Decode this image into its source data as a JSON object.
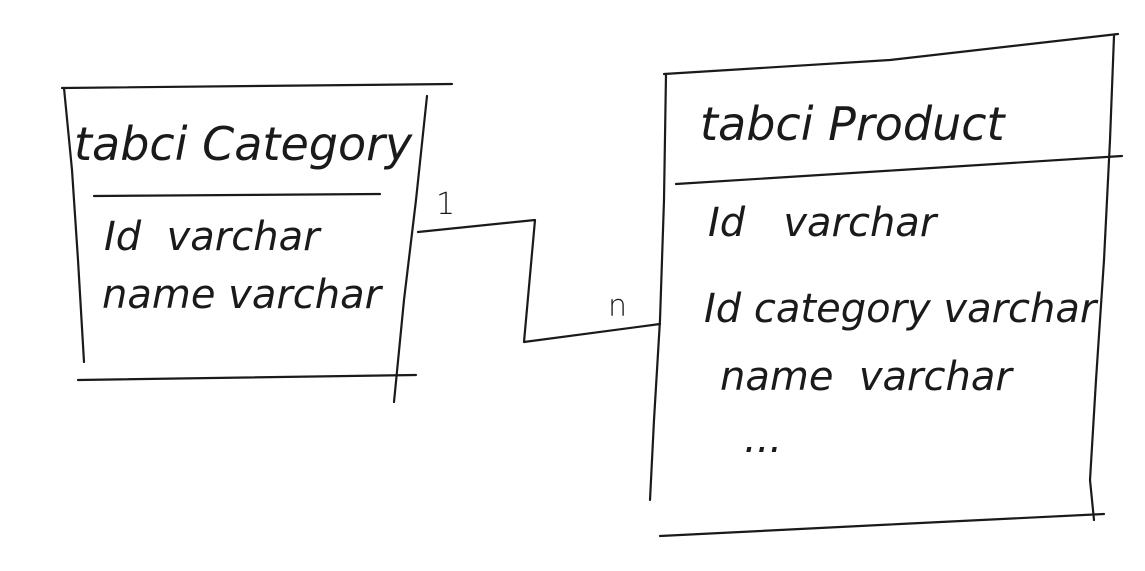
{
  "tables": [
    {
      "title": "tabci Category",
      "fields": [
        "Id  varchar",
        "name varchar"
      ]
    },
    {
      "title": "tabci Product",
      "fields": [
        "Id   varchar",
        "Id category varchar",
        "name  varchar",
        "..."
      ]
    }
  ],
  "relationship": {
    "from_cardinality": "1",
    "to_cardinality": "n"
  }
}
